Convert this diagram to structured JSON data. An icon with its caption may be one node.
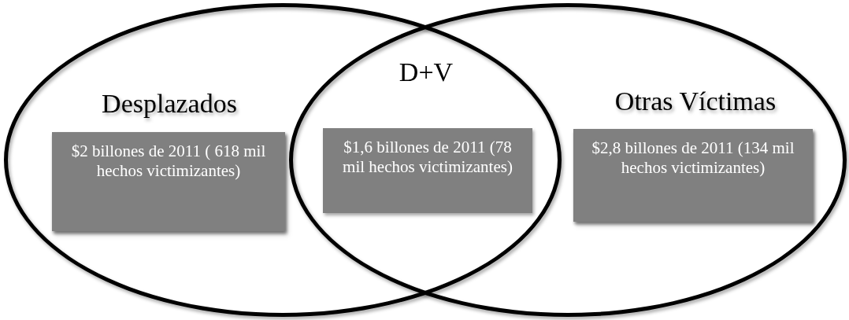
{
  "diagram": {
    "nodes": [
      {
        "text": [
          "Desplazados"
        ]
      },
      {
        "text": [
          "$2 billones de 2011 ( 618 mil hechos victimizantes)"
        ],
        "in": 0
      },
      {
        "text": [
          "Otras Víctimas"
        ]
      },
      {
        "text": [
          "$2,8 billones de 2011 (134 mil hechos victimizantes)"
        ],
        "in": 2
      },
      {
        "text": [
          "$1,6 billones de 2011 (78 mil hechos victimizantes)"
        ]
      }
    ],
    "labels": [
      "D+V"
    ]
  }
}
